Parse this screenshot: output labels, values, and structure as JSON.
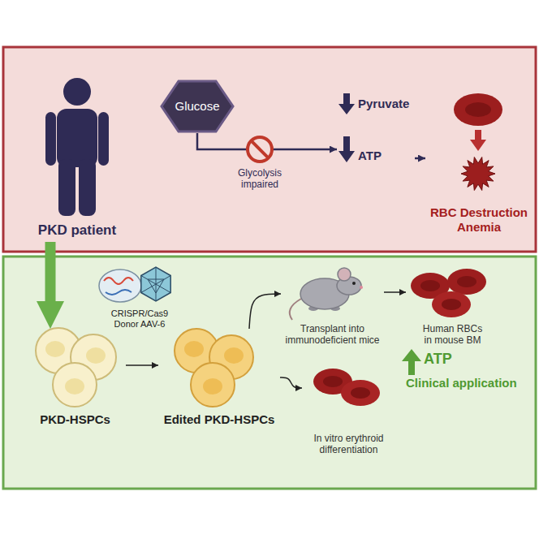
{
  "diagram": {
    "nodes": [
      {
        "text": [
          "PKD patient"
        ]
      },
      {
        "text": [
          "Glucose"
        ]
      },
      {
        "text": [
          "Pyruvate",
          "ATP"
        ]
      },
      {
        "text": [
          "RBC Destruction Anemia"
        ]
      },
      {
        "text": [
          "PKD-HSPCs"
        ]
      },
      {
        "text": [
          "Edited PKD-HSPCs"
        ]
      },
      {
        "text": [
          "Transplant into immunodeficient mice"
        ]
      },
      {
        "text": [
          "Human RBCs in mouse BM"
        ]
      },
      {
        "text": [
          "In vitro erythroid differentiation"
        ]
      }
    ],
    "edges": [
      {
        "from": 1,
        "to": 2,
        "label": "Glycolysis impaired",
        "arrow": "to"
      },
      {
        "from": 2,
        "to": 3,
        "arrow": "to"
      },
      {
        "from": 0,
        "to": 4,
        "arrow": "to"
      },
      {
        "from": 4,
        "to": 5,
        "label": "CRISPR/Cas9 Donor AAV-6",
        "arrow": "to"
      },
      {
        "from": 5,
        "to": 6,
        "arrow": "to"
      },
      {
        "from": 6,
        "to": 7,
        "arrow": "to"
      },
      {
        "from": 5,
        "to": 8,
        "arrow": "to"
      }
    ],
    "labels": [
      "ATP",
      "Clinical application"
    ]
  }
}
